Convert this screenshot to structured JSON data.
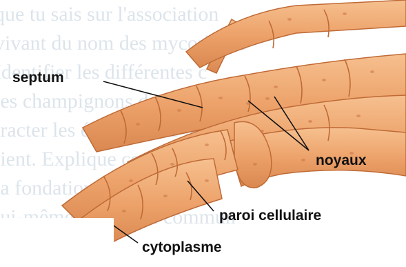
{
  "labels": {
    "septum": "septum",
    "noyaux": "noyaux",
    "paroi": "paroi cellulaire",
    "cytoplasme": "cytoplasme"
  },
  "background_text": [
    "que tu sais sur l'association",
    "vivant du nom des mycorhizes",
    "Identifier les différentes c",
    "les champignons dans la",
    "tracter les éléments de la",
    "lient. Explique ce qu'il",
    "la fondation; les",
    "lui-même, leur nom commun"
  ],
  "colors": {
    "hypha_fill": "#eda36b",
    "hypha_edge": "#bf6a36",
    "pore": "#c97445",
    "background_text": "#2e5f86"
  }
}
